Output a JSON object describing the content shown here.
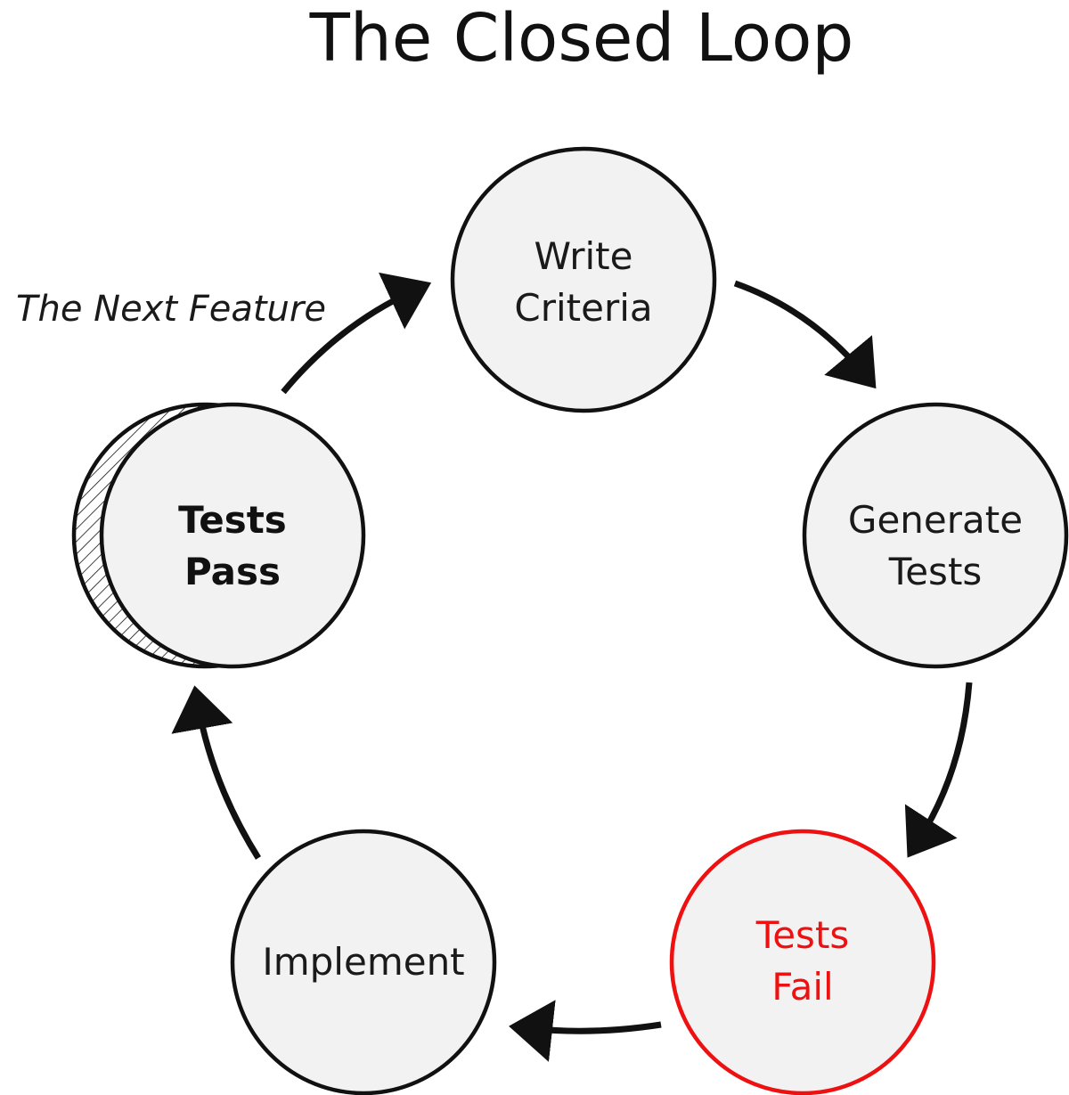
{
  "title": "The Closed Loop",
  "side_note": "The Next Feature",
  "nodes": {
    "write_criteria": {
      "line1": "Write",
      "line2": "Criteria"
    },
    "generate_tests": {
      "line1": "Generate",
      "line2": "Tests"
    },
    "tests_fail": {
      "line1": "Tests",
      "line2": "Fail"
    },
    "implement": {
      "line1": "Implement"
    },
    "tests_pass": {
      "line1": "Tests",
      "line2": "Pass"
    }
  },
  "colors": {
    "node_fill": "#f2f2f2",
    "node_stroke": "#111111",
    "alert": "#ee1111",
    "arrow": "#111111"
  }
}
